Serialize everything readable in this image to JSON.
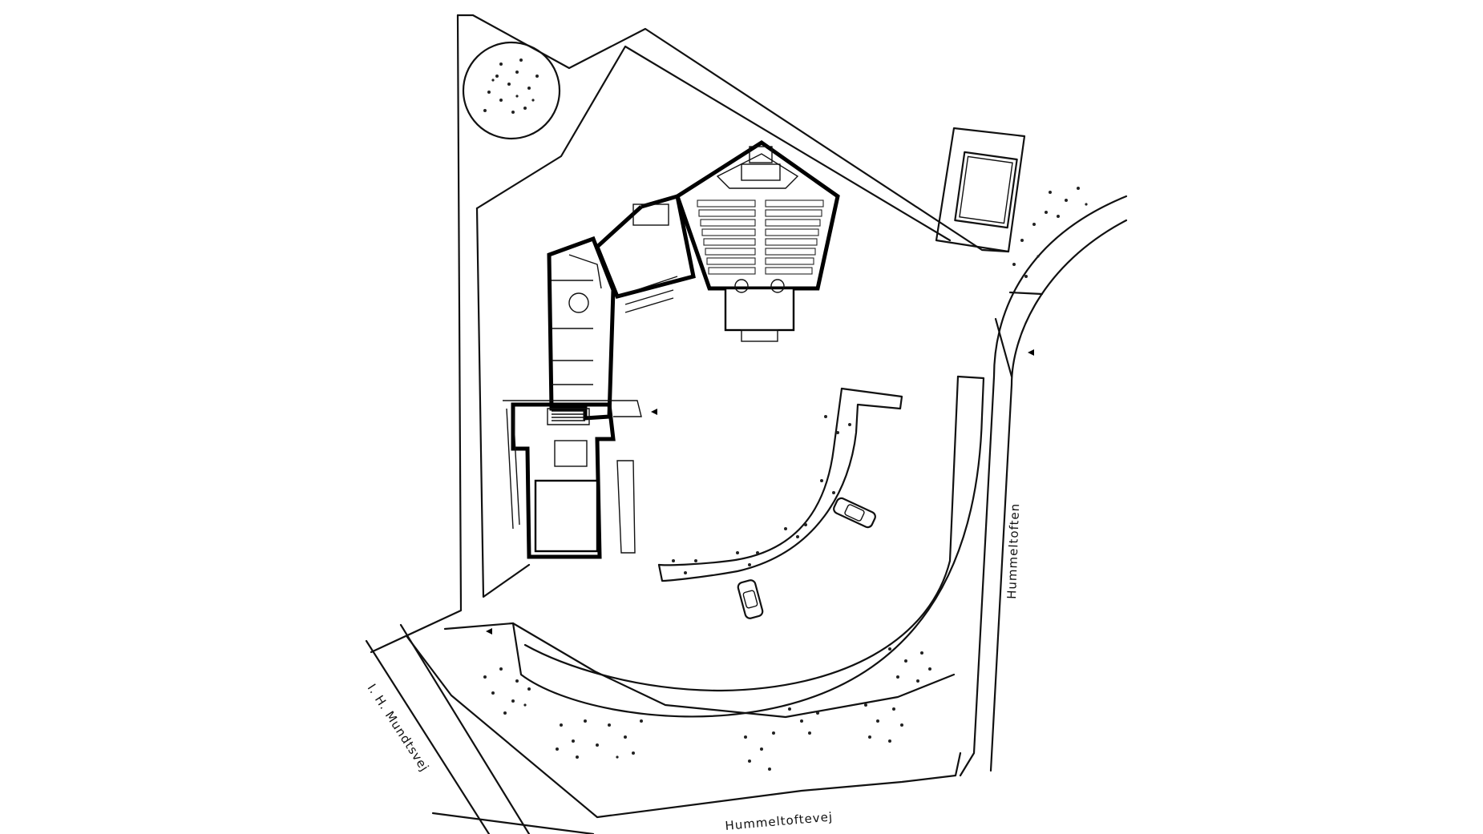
{
  "diagram": {
    "type": "site-plan",
    "streets": {
      "west": "I. H. Mundtsvej",
      "south": "Hummeltoftevej",
      "east": "Hummeltoften"
    },
    "entrance_markers": 3,
    "parked_cars": 2,
    "tree_groups": 11
  }
}
